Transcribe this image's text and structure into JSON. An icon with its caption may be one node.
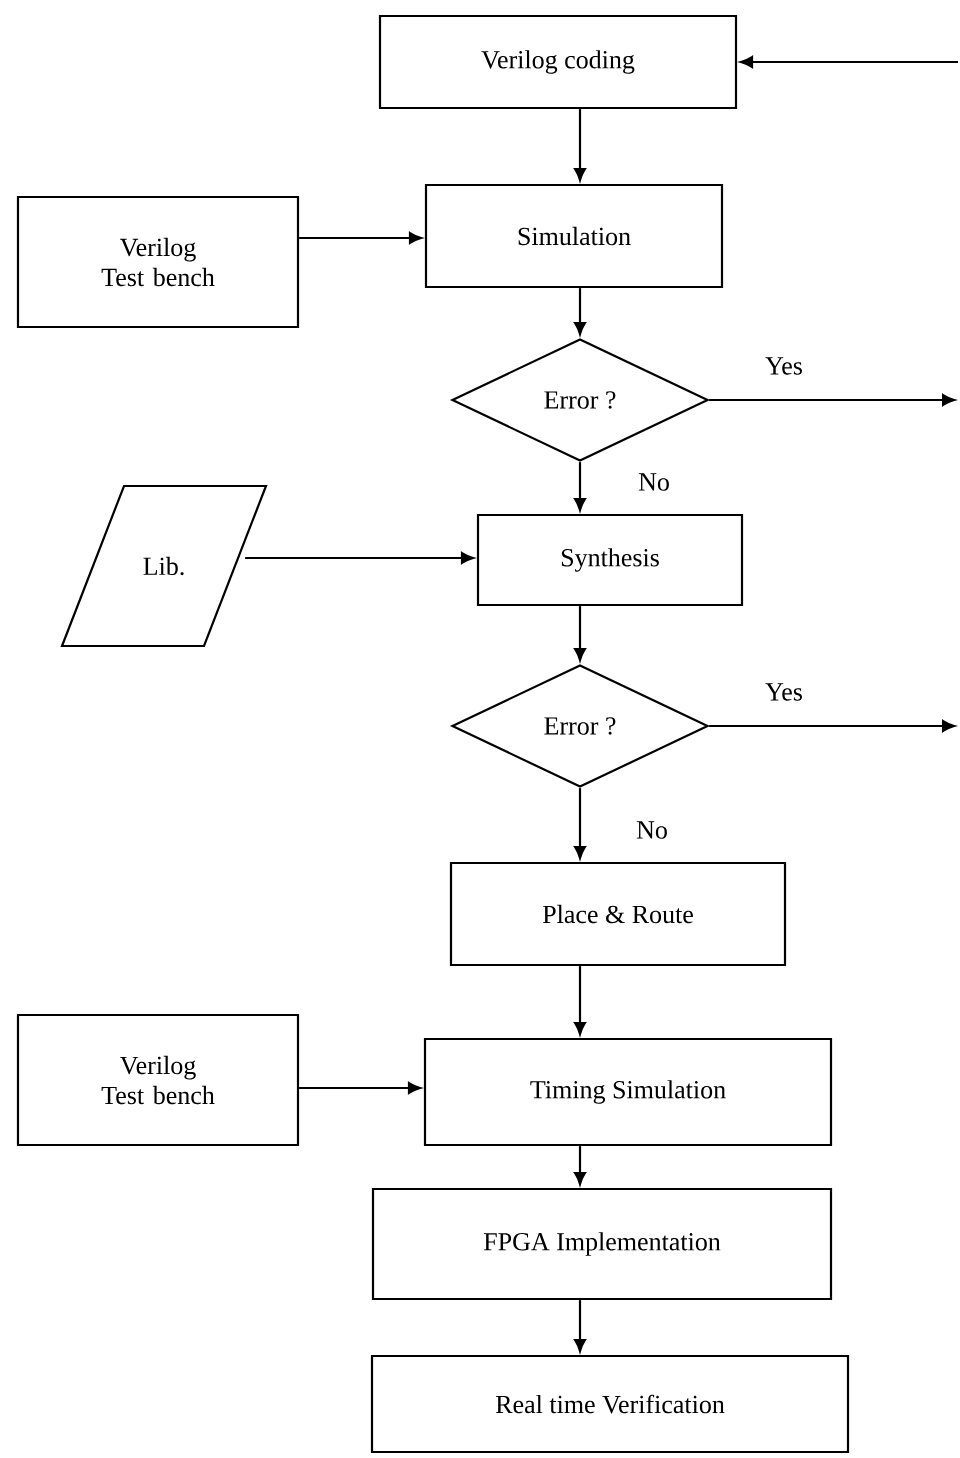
{
  "diagram": {
    "nodes": [
      {
        "text": [
          "Verilog coding"
        ]
      },
      {
        "text": [
          "Verilog Test bench"
        ]
      },
      {
        "text": [
          "Simulation"
        ]
      },
      {
        "text": [
          "Error ?"
        ]
      },
      {
        "text": [
          "Lib."
        ]
      },
      {
        "text": [
          "Synthesis"
        ]
      },
      {
        "text": [
          "Error ?"
        ]
      },
      {
        "text": [
          "Place & Route"
        ]
      },
      {
        "text": [
          "Verilog Test bench"
        ]
      },
      {
        "text": [
          "Timing Simulation"
        ]
      },
      {
        "text": [
          "FPGA Implementation"
        ]
      },
      {
        "text": [
          "Real time Verification"
        ]
      }
    ],
    "edges": [
      {
        "from": null,
        "to": 0,
        "arrow": "to"
      },
      {
        "from": 0,
        "to": 2,
        "arrow": "to"
      },
      {
        "from": 1,
        "to": 2,
        "arrow": "to"
      },
      {
        "from": 2,
        "to": 3,
        "arrow": "to"
      },
      {
        "from": 3,
        "to": null,
        "arrow": "to",
        "label": "Yes"
      },
      {
        "from": 3,
        "to": 5,
        "arrow": "to",
        "label": "No"
      },
      {
        "from": 4,
        "to": 5,
        "arrow": "to"
      },
      {
        "from": 5,
        "to": 6,
        "arrow": "to"
      },
      {
        "from": 6,
        "to": null,
        "arrow": "to",
        "label": "Yes"
      },
      {
        "from": 6,
        "to": 7,
        "arrow": "to",
        "label": "No"
      },
      {
        "from": 7,
        "to": 9,
        "arrow": "to"
      },
      {
        "from": 8,
        "to": 9,
        "arrow": "to"
      },
      {
        "from": 9,
        "to": 10,
        "arrow": "to"
      },
      {
        "from": 10,
        "to": 11,
        "arrow": "to"
      }
    ]
  }
}
